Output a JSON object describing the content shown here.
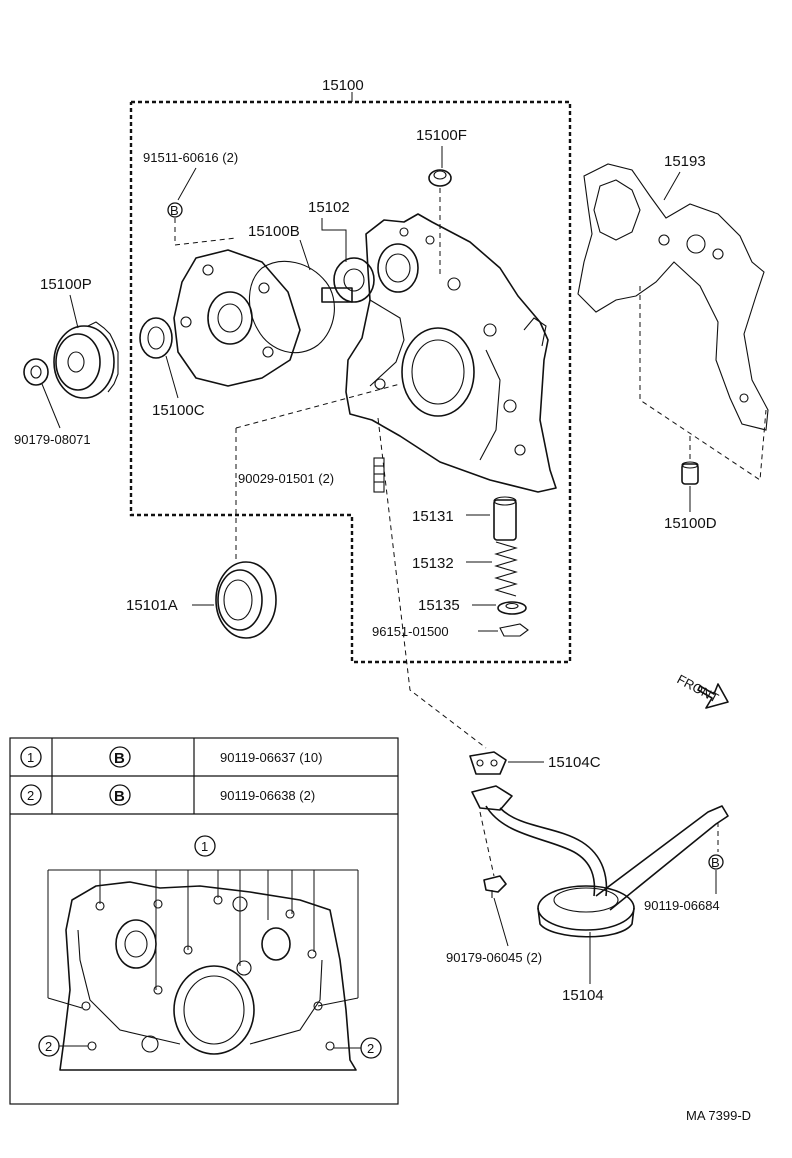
{
  "parts": {
    "assembly": "15100",
    "bolt_top": "91511-60616 (2)",
    "gasket_cover": "15100F",
    "rotor": "15102",
    "oring_a": "15100B",
    "sprocket": "15100P",
    "nut": "90179-08071",
    "seal_small": "15100C",
    "gasket_right": "15193",
    "pin": "90029-01501 (2)",
    "valve": "15131",
    "spring": "15132",
    "retainer": "15135",
    "clip": "96151-01500",
    "oil_seal": "15101A",
    "dowel": "15100D",
    "gasket_strainer": "15104C",
    "strainer": "15104",
    "bolt_strainer": "90119-06684",
    "nut_strainer": "90179-06045 (2)"
  },
  "markers": {
    "b_letter": "B"
  },
  "table": {
    "rows": [
      {
        "index": "1",
        "symbol": "B",
        "part": "90119-06637 (10)"
      },
      {
        "index": "2",
        "symbol": "B",
        "part": "90119-06638 (2)"
      }
    ]
  },
  "inset": {
    "marker_1": "1",
    "marker_2": "2"
  },
  "front_label": "FRONT",
  "footer": {
    "code": "MA 7399-D"
  }
}
